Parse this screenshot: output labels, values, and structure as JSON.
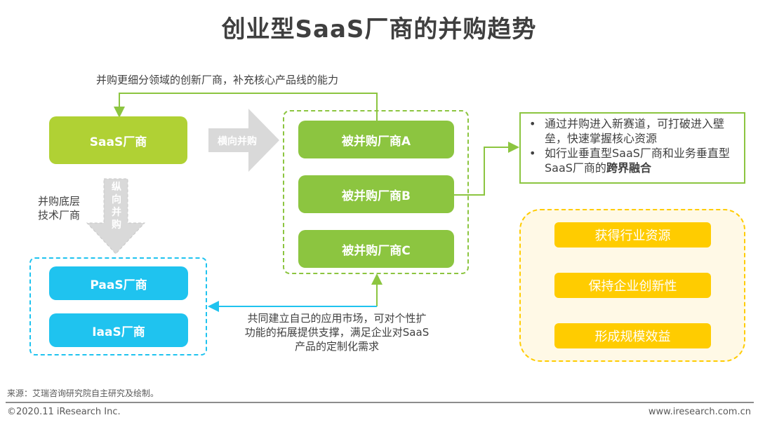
{
  "title": "创业型SaaS厂商的并购趋势",
  "top_note": "并购更细分领域的创新厂商，补充核心产品线的能力",
  "saas_box": "SaaS厂商",
  "horizontal_arrow": "横向并购",
  "vertical_arrow": [
    "纵",
    "向",
    "并",
    "购"
  ],
  "vertical_note": [
    "并购底层",
    "技术厂商"
  ],
  "acquired": [
    "被并购厂商A",
    "被并购厂商B",
    "被并购厂商C"
  ],
  "lower_layers": [
    "PaaS厂商",
    "IaaS厂商"
  ],
  "bottom_note": [
    "共同建立自己的应用市场，可对个性扩",
    "功能的拓展提供支撑，满足企业对SaaS",
    "产品的定制化需求"
  ],
  "bullets": [
    {
      "text": "通过并购进入新赛道，可打破进入壁垒，快速掌握核心资源",
      "bold": ""
    },
    {
      "text": "如行业垂直型SaaS厂商和业务垂直型SaaS厂商的",
      "bold": "跨界融合"
    }
  ],
  "benefits": [
    "获得行业资源",
    "保持企业创新性",
    "形成规模效益"
  ],
  "footer": {
    "source": "来源：艾瑞咨询研究院自主研究及绘制。",
    "copyright": "©2020.11 iResearch Inc.",
    "url": "www.iresearch.com.cn"
  },
  "colors": {
    "saas": "#b0d134",
    "acquired": "#8cc540",
    "cyan": "#1fc3ef",
    "yellow": "#ffcc00",
    "arrow_gray": "#d9d9d9"
  }
}
